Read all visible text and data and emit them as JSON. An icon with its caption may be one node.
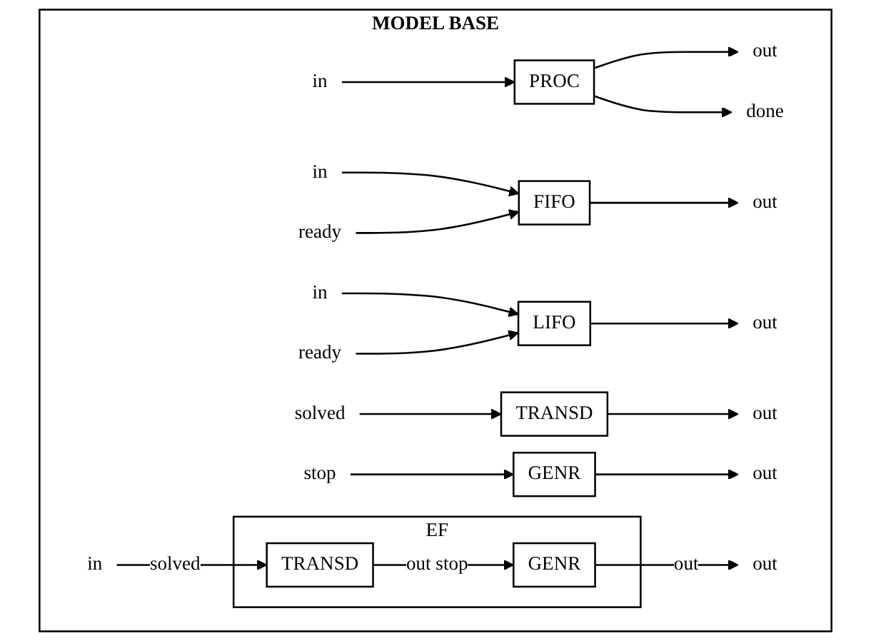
{
  "diagram": {
    "nodes": [
      {
        "text": [
          "MODEL BASE"
        ]
      },
      {
        "text": [
          "in"
        ],
        "in": 0
      },
      {
        "text": [
          "PROC"
        ],
        "in": 0
      },
      {
        "text": [
          "out"
        ],
        "in": 0
      },
      {
        "text": [
          "done"
        ],
        "in": 0
      },
      {
        "text": [
          "in"
        ],
        "in": 0
      },
      {
        "text": [
          "ready"
        ],
        "in": 0
      },
      {
        "text": [
          "FIFO"
        ],
        "in": 0
      },
      {
        "text": [
          "out"
        ],
        "in": 0
      },
      {
        "text": [
          "in"
        ],
        "in": 0
      },
      {
        "text": [
          "ready"
        ],
        "in": 0
      },
      {
        "text": [
          "LIFO"
        ],
        "in": 0
      },
      {
        "text": [
          "out"
        ],
        "in": 0
      },
      {
        "text": [
          "solved"
        ],
        "in": 0
      },
      {
        "text": [
          "TRANSD"
        ],
        "in": 0
      },
      {
        "text": [
          "out"
        ],
        "in": 0
      },
      {
        "text": [
          "stop"
        ],
        "in": 0
      },
      {
        "text": [
          "GENR"
        ],
        "in": 0
      },
      {
        "text": [
          "out"
        ],
        "in": 0
      },
      {
        "text": [
          "EF"
        ],
        "in": 0
      },
      {
        "text": [
          "in"
        ],
        "in": 0
      },
      {
        "text": [
          "TRANSD"
        ],
        "in": 19
      },
      {
        "text": [
          "GENR"
        ],
        "in": 19
      },
      {
        "text": [
          "out"
        ],
        "in": 0
      }
    ],
    "edges": [
      {
        "from": 1,
        "to": 2,
        "arrow": "to"
      },
      {
        "from": 2,
        "to": 3,
        "arrow": "to"
      },
      {
        "from": 2,
        "to": 4,
        "arrow": "to"
      },
      {
        "from": 5,
        "to": 7,
        "arrow": "to"
      },
      {
        "from": 6,
        "to": 7,
        "arrow": "to"
      },
      {
        "from": 7,
        "to": 8,
        "arrow": "to"
      },
      {
        "from": 9,
        "to": 11,
        "arrow": "to"
      },
      {
        "from": 10,
        "to": 11,
        "arrow": "to"
      },
      {
        "from": 11,
        "to": 12,
        "arrow": "to"
      },
      {
        "from": 13,
        "to": 14,
        "arrow": "to"
      },
      {
        "from": 14,
        "to": 15,
        "arrow": "to"
      },
      {
        "from": 16,
        "to": 17,
        "arrow": "to"
      },
      {
        "from": 17,
        "to": 18,
        "arrow": "to"
      },
      {
        "from": 20,
        "to": 21,
        "arrow": "to",
        "label": "solved"
      },
      {
        "from": 21,
        "to": 22,
        "arrow": "to",
        "label": "out stop"
      },
      {
        "from": 22,
        "to": 23,
        "arrow": "to",
        "label": "out"
      }
    ]
  }
}
